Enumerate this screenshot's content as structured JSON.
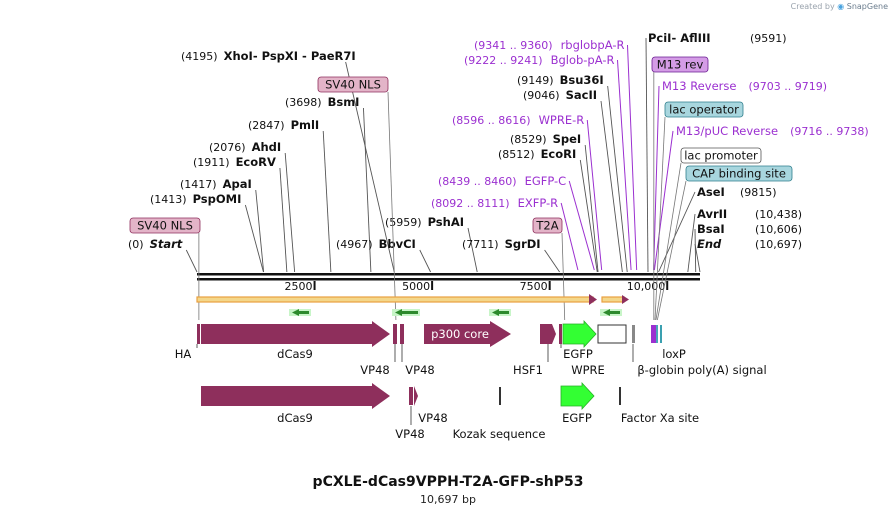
{
  "header": {
    "credit": "Created by",
    "brand": "SnapGene"
  },
  "plasmid": {
    "name": "pCXLE-dCas9VPPH-T2A-GFP-shP53",
    "length_label": "10,697 bp",
    "length": 10697
  },
  "colors": {
    "purple": "#9b30d0",
    "maroon": "#8e2f5c",
    "green": "#33ff33",
    "orange": "#e8a040"
  },
  "ruler": {
    "ticks": [
      {
        "label": "2500",
        "pos": 2500
      },
      {
        "label": "5000",
        "pos": 5000
      },
      {
        "label": "7500",
        "pos": 7500
      },
      {
        "label": "10,000",
        "pos": 10000
      }
    ]
  },
  "sites": [
    {
      "pos": 0,
      "num": "(0)",
      "name": "Start",
      "style": "italic"
    },
    {
      "pos": 1413,
      "num": "(1413)",
      "name": "PspOMI"
    },
    {
      "pos": 1417,
      "num": "(1417)",
      "name": "ApaI"
    },
    {
      "pos": 1911,
      "num": "(1911)",
      "name": "EcoRV"
    },
    {
      "pos": 2076,
      "num": "(2076)",
      "name": "AhdI"
    },
    {
      "pos": 2847,
      "num": "(2847)",
      "name": "PmlI"
    },
    {
      "pos": 3698,
      "num": "(3698)",
      "name": "BsmI"
    },
    {
      "pos": 4195,
      "num": "(4195)",
      "name": "XhoI",
      "extra": " - PspXI - PaeR7I"
    },
    {
      "pos": 4967,
      "num": "(4967)",
      "name": "BbvCI"
    },
    {
      "pos": 5959,
      "num": "(5959)",
      "name": "PshAI"
    },
    {
      "pos": 7711,
      "num": "(7711)",
      "name": "SgrDI"
    },
    {
      "pos": 8512,
      "num": "(8512)",
      "name": "EcoRI"
    },
    {
      "pos": 8529,
      "num": "(8529)",
      "name": "SpeI"
    },
    {
      "pos": 9046,
      "num": "(9046)",
      "name": "SacII"
    },
    {
      "pos": 9149,
      "num": "(9149)",
      "name": "Bsu36I"
    },
    {
      "pos": 9591,
      "name": "PciI",
      "extra": " - AflIII",
      "num": "(9591)"
    },
    {
      "pos": 9815,
      "name": "AseI",
      "num": "(9815)"
    },
    {
      "pos": 10438,
      "name": "AvrII",
      "num": "(10,438)"
    },
    {
      "pos": 10606,
      "name": "BsaI",
      "num": "(10,606)"
    },
    {
      "pos": 10697,
      "name": "End",
      "num": "(10,697)",
      "style": "italic"
    }
  ],
  "primers": [
    {
      "range": "(9341 .. 9360)",
      "name": "rbglobpA-R",
      "pos": 9350
    },
    {
      "range": "(9222 .. 9241)",
      "name": "Bglob-pA-R",
      "pos": 9231
    },
    {
      "range": "(8596 .. 8616)",
      "name": "WPRE-R",
      "pos": 8606
    },
    {
      "range": "(8439 .. 8460)",
      "name": "EGFP-C",
      "pos": 8449
    },
    {
      "range": "(8092 .. 8111)",
      "name": "EXFP-R",
      "pos": 8101
    },
    {
      "name": "M13 Reverse",
      "range": "(9703 .. 9719)",
      "pos": 9711
    },
    {
      "name": "M13/pUC Reverse",
      "range": "(9716 .. 9738)",
      "pos": 9727
    }
  ],
  "boxed_labels": [
    {
      "text": "SV40 NLS",
      "pos": 4230,
      "style": "pink"
    },
    {
      "text": "SV40 NLS",
      "pos": 40,
      "style": "pink"
    },
    {
      "text": "T2A",
      "pos": 7820,
      "style": "pink"
    },
    {
      "text": "M13 rev",
      "pos": 9715,
      "style": "purple"
    },
    {
      "text": "lac operator",
      "pos": 9740,
      "style": "teal"
    },
    {
      "text": "lac promoter",
      "pos": 9760,
      "style": "white"
    },
    {
      "text": "CAP binding site",
      "pos": 9790,
      "style": "teal"
    }
  ],
  "features": {
    "row1_labels": [
      {
        "text": "HA",
        "pos": 100
      },
      {
        "text": "dCas9",
        "pos": 2100
      },
      {
        "text": "loxP",
        "pos": 9760
      },
      {
        "text": "β-globin poly(A) signal",
        "pos": 9200
      }
    ],
    "row1_labels_b": [
      {
        "text": "VP48",
        "pos": 4230
      },
      {
        "text": "VP48",
        "pos": 4700
      },
      {
        "text": "HSF1",
        "pos": 7100
      },
      {
        "text": "EGFP",
        "pos": 8200
      },
      {
        "text": "WPRE",
        "pos": 8750
      }
    ],
    "p300_label": "p300 core",
    "row2_labels": [
      {
        "text": "dCas9",
        "pos": 2100
      },
      {
        "text": "VP48",
        "pos": 4800
      },
      {
        "text": "EGFP",
        "pos": 8200
      },
      {
        "text": "Factor Xa site",
        "pos": 9400
      }
    ],
    "row2_labels_b": [
      {
        "text": "VP48",
        "pos": 4500
      },
      {
        "text": "Kozak sequence",
        "pos": 6500
      }
    ]
  }
}
